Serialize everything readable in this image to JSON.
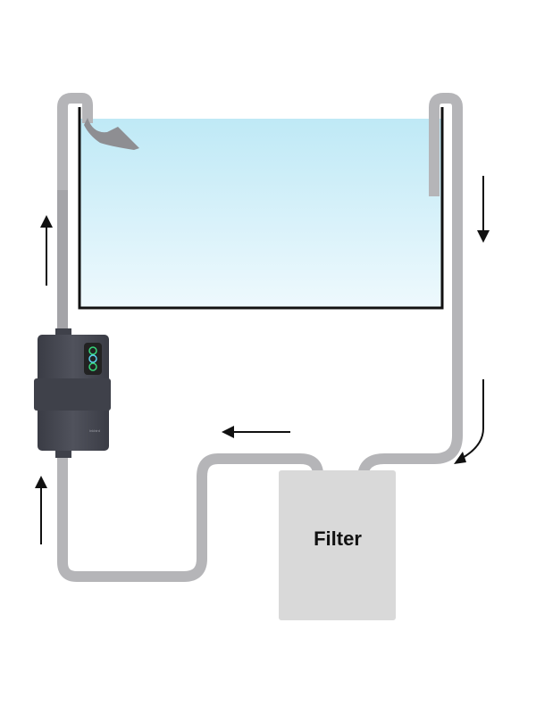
{
  "filter": {
    "label": "Filter"
  },
  "heater": {
    "brand": "Inkbird",
    "display_rings": 3
  },
  "flow_arrows": [
    {
      "name": "down-right-side",
      "direction": "down"
    },
    {
      "name": "curve-right-bottom",
      "direction": "down-left"
    },
    {
      "name": "left-middle",
      "direction": "left"
    },
    {
      "name": "up-left-top",
      "direction": "up"
    },
    {
      "name": "up-left-bottom",
      "direction": "up"
    }
  ],
  "colors": {
    "pipe": "#b5b5b8",
    "pipe_dark": "#8e8e92",
    "water_top": "#bfe9f6",
    "water_bottom": "#eef9fd",
    "tank_outline": "#111111",
    "filter_box": "#d9d9d9",
    "heater_body": "#4b4d57",
    "heater_band": "#3f414a",
    "arrow": "#111111",
    "display_green": "#37d67a",
    "display_cyan": "#5ad1f0"
  }
}
